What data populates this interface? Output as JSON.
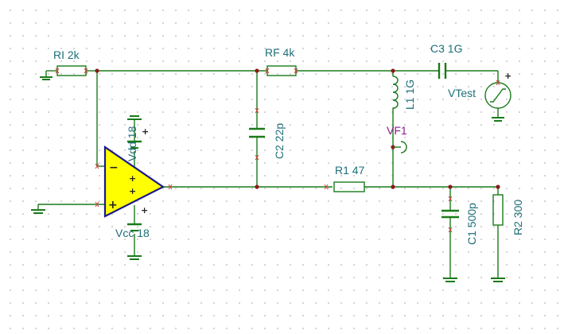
{
  "schematic": {
    "components": {
      "ri": {
        "label": "RI 2k"
      },
      "rf": {
        "label": "RF 4k"
      },
      "c3": {
        "label": "C3 1G"
      },
      "l1": {
        "label": "L1 1G"
      },
      "vtest": {
        "label": "VTest",
        "polarity": "+"
      },
      "c2": {
        "label": "C2 22p"
      },
      "vf1": {
        "label": "VF1"
      },
      "r1": {
        "label": "R1 47"
      },
      "c1": {
        "label": "C1 500p"
      },
      "r2": {
        "label": "R2 300"
      },
      "vdd": {
        "label": "Vdd 18",
        "polarity": "+"
      },
      "vcc": {
        "label": "Vcc 18",
        "polarity": "+"
      },
      "opamp": {
        "inverting_sign": "−",
        "noninverting_sign": "+",
        "supply_plus": "+",
        "supply_minus": "+"
      }
    },
    "colors": {
      "wire": "#1a7a1a",
      "opamp_fill": "#ffff00",
      "opamp_outline": "#1a1a8c",
      "label": "#1d6f78",
      "meter_label": "#8b1a8b",
      "node": "#8b1a1a",
      "pin_tick": "#d0403a"
    }
  }
}
